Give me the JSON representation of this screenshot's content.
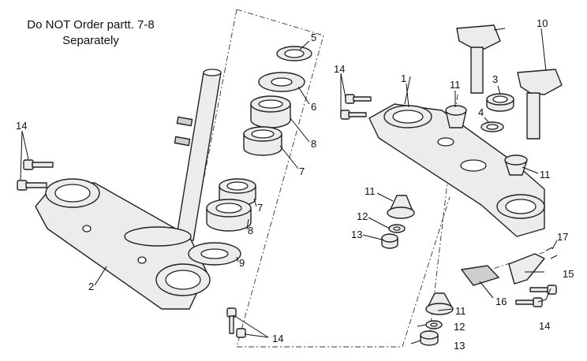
{
  "note": {
    "line1": "Do NOT Order partt. 7-8",
    "line2": "Separately"
  },
  "callouts": {
    "c1": "1",
    "c2": "2",
    "c3": "3",
    "c4": "4",
    "c5": "5",
    "c6": "6",
    "c7a": "7",
    "c7b": "7",
    "c8a": "8",
    "c8b": "8",
    "c9": "9",
    "c10": "10",
    "c11a": "11",
    "c11b": "11",
    "c11c": "11",
    "c11d": "11",
    "c12a": "12",
    "c12b": "12",
    "c13a": "13",
    "c13b": "13",
    "c14a": "14",
    "c14b": "14",
    "c14c": "14",
    "c14d": "14",
    "c15": "15",
    "c16": "16",
    "c17": "17"
  }
}
